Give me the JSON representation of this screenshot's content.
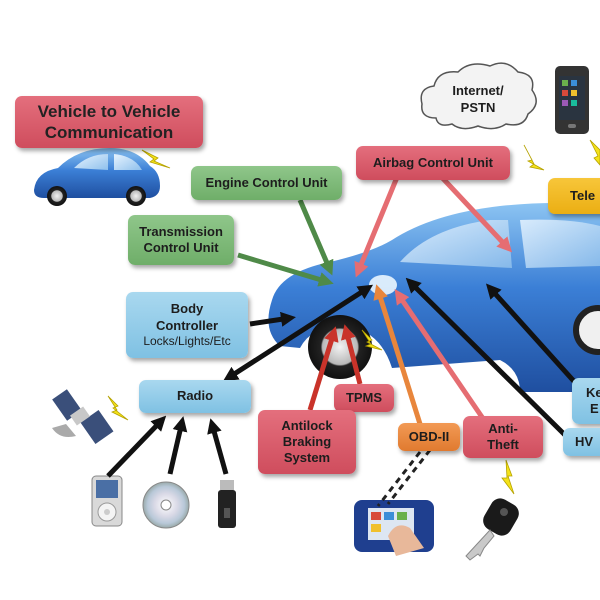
{
  "nodes": {
    "v2v": "Vehicle to Vehicle\nCommunication",
    "ecu": "Engine Control Unit",
    "airbag": "Airbag Control Unit",
    "tcu": "Transmission\nControl Unit",
    "body": "Body\nController",
    "body_sub": "Locks/Lights/Etc",
    "radio": "Radio",
    "tpms": "TPMS",
    "abs": "Antilock\nBraking\nSystem",
    "obd": "OBD-II",
    "antitheft": "Anti-\nTheft",
    "telematics": "Tele",
    "keyless": "Ke\nE",
    "hvac": "HV",
    "internet": "Internet/\nPSTN"
  },
  "colors": {
    "red": "#d85a69",
    "green": "#7fba79",
    "blue": "#92cbe9",
    "orange": "#e8863c",
    "yellow": "#f0b823",
    "car_body": "#3b7fd6",
    "lightning": "#f4e21a"
  },
  "icons": [
    "car-icon",
    "lightning-icon",
    "cloud-icon",
    "smartphone-icon",
    "satellite-icon",
    "ipod-icon",
    "cd-icon",
    "usb-drive-icon",
    "diagnostic-scanner-icon",
    "car-key-icon",
    "wheel-icon"
  ]
}
